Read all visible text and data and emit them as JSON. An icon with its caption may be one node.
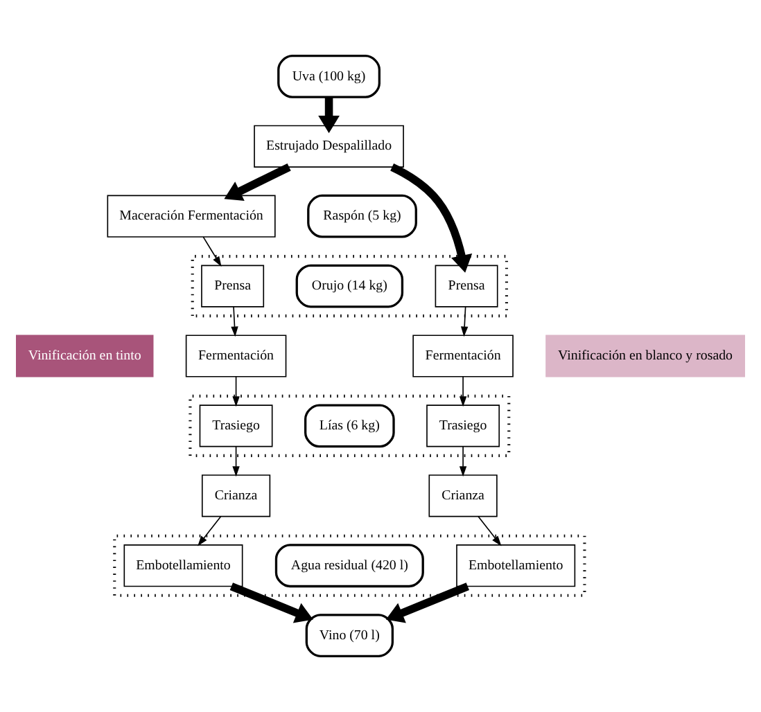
{
  "diagram": {
    "nodes": [
      {
        "text": [
          "Uva (100 kg)"
        ]
      },
      {
        "text": [
          "Estrujado Despalillado"
        ]
      },
      {
        "text": [
          "Raspón (5 kg)"
        ]
      },
      {
        "text": [
          "Maceración Fermentación"
        ]
      },
      {
        "text": [],
        "shape": "box"
      },
      {
        "text": [
          "Prensa"
        ],
        "in": 4
      },
      {
        "text": [
          "Orujo (14 kg)"
        ],
        "in": 4
      },
      {
        "text": [
          "Prensa"
        ],
        "in": 4
      },
      {
        "text": [
          "Fermentación"
        ]
      },
      {
        "text": [
          "Fermentación"
        ]
      },
      {
        "text": [],
        "shape": "box"
      },
      {
        "text": [
          "Trasiego"
        ],
        "in": 10
      },
      {
        "text": [
          "Lías (6 kg)"
        ],
        "in": 10
      },
      {
        "text": [
          "Trasiego"
        ],
        "in": 10
      },
      {
        "text": [
          "Crianza"
        ]
      },
      {
        "text": [
          "Crianza"
        ]
      },
      {
        "text": [],
        "shape": "box"
      },
      {
        "text": [
          "Embotellamiento"
        ],
        "in": 16
      },
      {
        "text": [
          "Agua residual (420 l)"
        ],
        "in": 16
      },
      {
        "text": [
          "Embotellamiento"
        ],
        "in": 16
      },
      {
        "text": [
          "Vino (70 l)"
        ]
      },
      {
        "text": [
          "Vinificación en tinto"
        ]
      },
      {
        "text": [
          "Vinificación en blanco y rosado"
        ]
      }
    ],
    "edges": [
      {
        "from": 0,
        "to": 1,
        "arrow": "to",
        "style": "thick"
      },
      {
        "from": 1,
        "to": 3,
        "arrow": "to",
        "style": "thick"
      },
      {
        "from": 1,
        "to": 7,
        "arrow": "to",
        "style": "thick"
      },
      {
        "from": 3,
        "to": 5,
        "arrow": "to"
      },
      {
        "from": 5,
        "to": 8,
        "arrow": "to"
      },
      {
        "from": 8,
        "to": 11,
        "arrow": "to"
      },
      {
        "from": 11,
        "to": 14,
        "arrow": "to"
      },
      {
        "from": 14,
        "to": 17,
        "arrow": "to"
      },
      {
        "from": 7,
        "to": 9,
        "arrow": "to"
      },
      {
        "from": 9,
        "to": 13,
        "arrow": "to"
      },
      {
        "from": 13,
        "to": 15,
        "arrow": "to"
      },
      {
        "from": 15,
        "to": 19,
        "arrow": "to"
      },
      {
        "from": 17,
        "to": 20,
        "arrow": "to",
        "style": "thick"
      },
      {
        "from": 19,
        "to": 20,
        "arrow": "to",
        "style": "thick"
      }
    ]
  }
}
